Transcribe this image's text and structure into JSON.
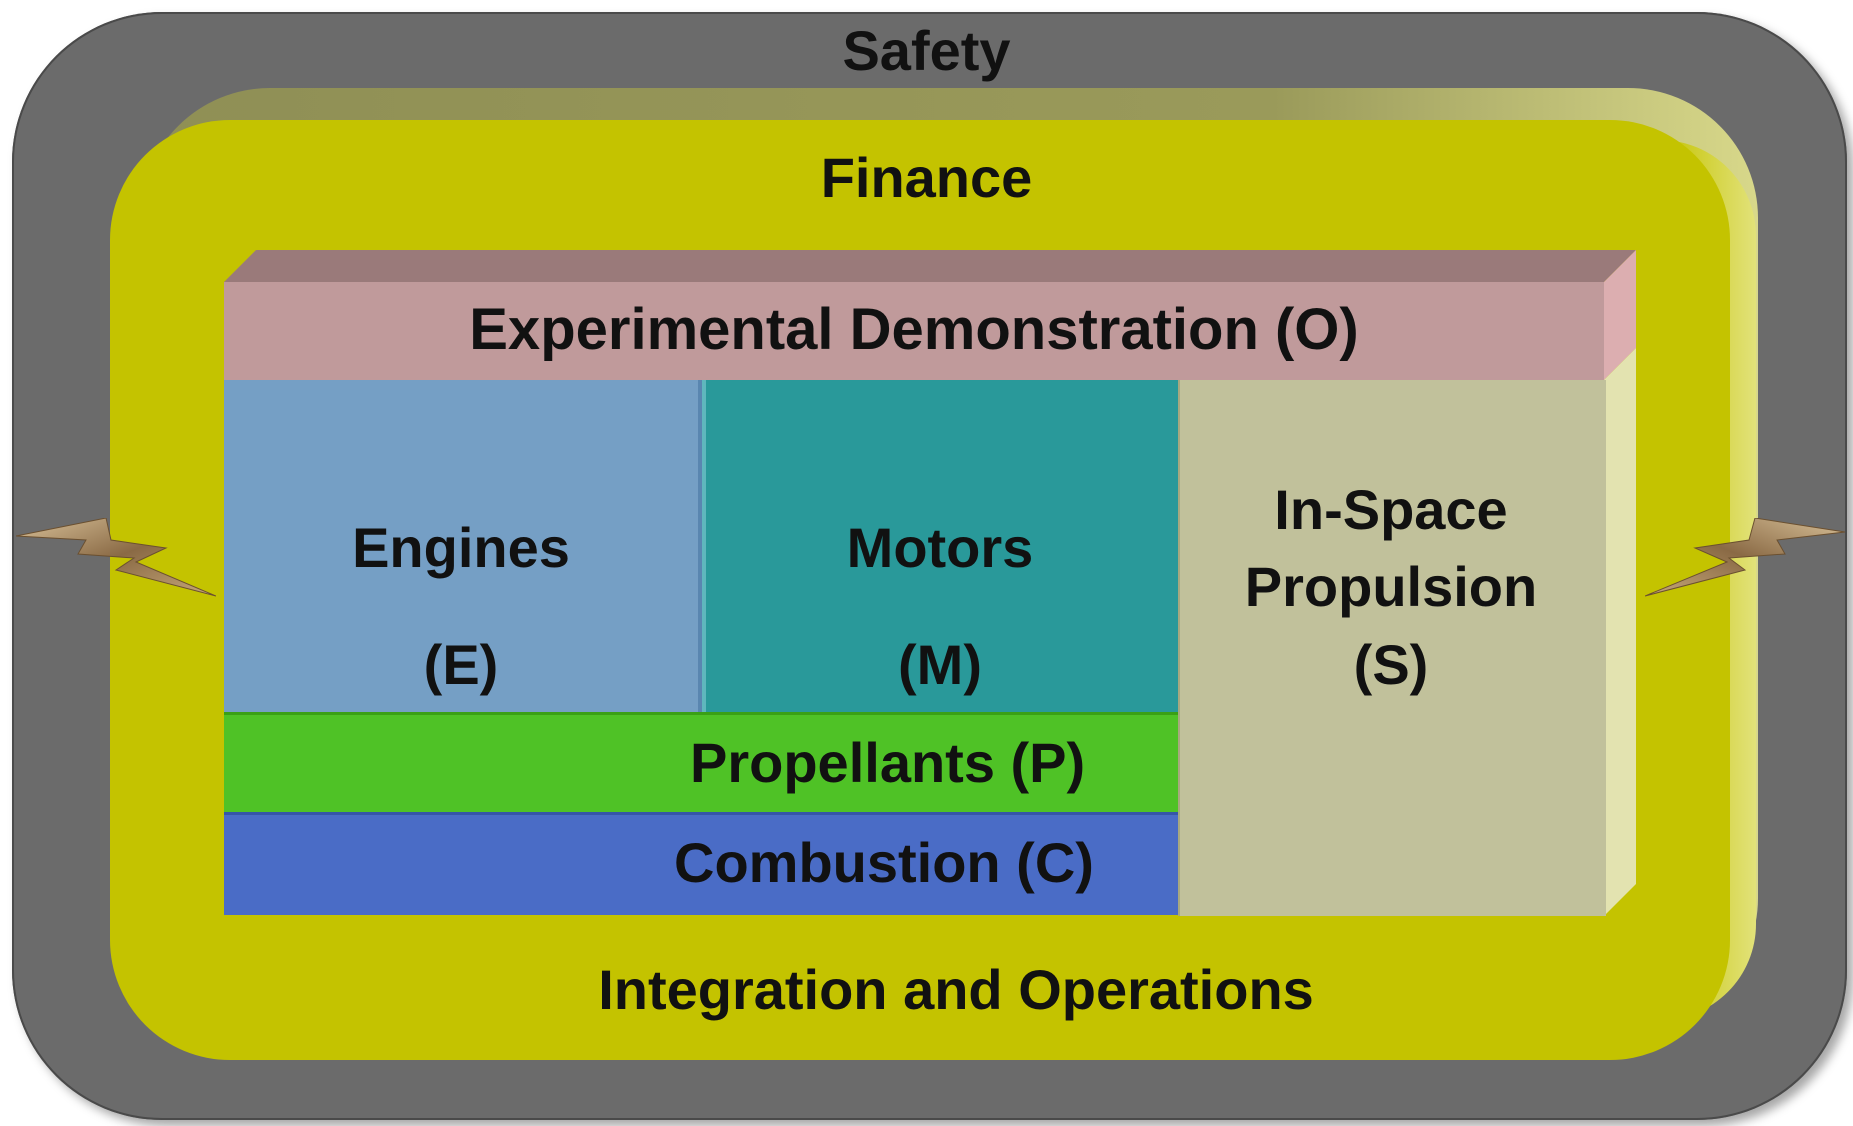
{
  "layers": {
    "safety": {
      "label": "Safety"
    },
    "finance": {
      "label": "Finance"
    },
    "integration": {
      "label": "Integration and Operations"
    }
  },
  "blocks": {
    "experimental": {
      "label": "Experimental Demonstration (O)"
    },
    "engines": {
      "name": "Engines",
      "code": "(E)"
    },
    "motors": {
      "name": "Motors",
      "code": "(M)"
    },
    "in_space": {
      "line1": "In-Space",
      "line2": "Propulsion",
      "code": "(S)"
    },
    "propellants": {
      "label": "Propellants (P)"
    },
    "combustion": {
      "label": "Combustion (C)"
    }
  },
  "colors": {
    "safety": "#6b6b6b",
    "finance": "#c4c300",
    "experimental": "#c09a9b",
    "engines": "#759fc5",
    "motors": "#29999a",
    "in_space": "#c1c19b",
    "propellants": "#4fc226",
    "combustion": "#4a6cc6"
  }
}
